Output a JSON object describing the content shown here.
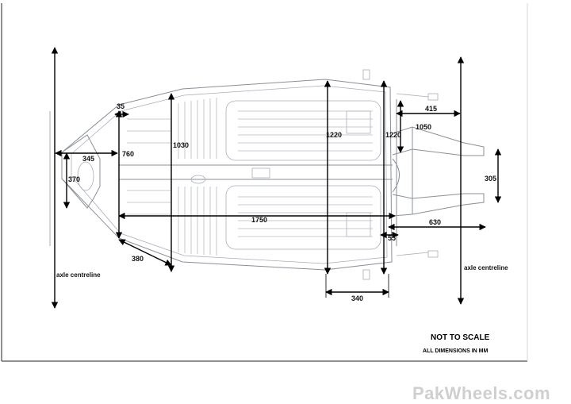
{
  "dimensions": {
    "d35": "35",
    "d760": "760",
    "d1030": "1030",
    "d345": "345",
    "d370": "370",
    "d1220a": "1220",
    "d1220b": "1220",
    "d415": "415",
    "d1050": "1050",
    "d305": "305",
    "d1750": "1750",
    "d630": "630",
    "d55": "55",
    "d380": "380",
    "d340": "340"
  },
  "labels": {
    "axle_left": "axle centreline",
    "axle_right": "axle centreline"
  },
  "notes": {
    "scale": "NOT TO SCALE",
    "units": "ALL DIMENSIONS IN MM"
  },
  "watermark": "PakWheels.com"
}
